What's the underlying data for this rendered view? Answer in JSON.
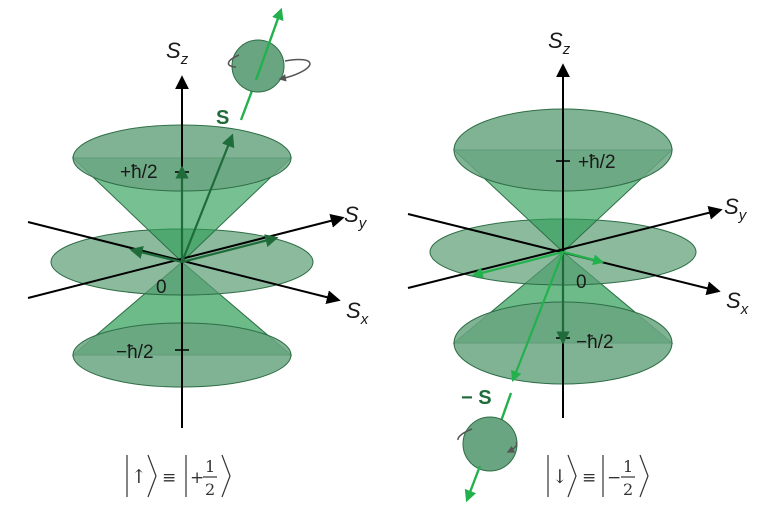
{
  "colors": {
    "cone_fill": "#2e9e57",
    "cone_stroke": "#2d6e45",
    "disk_fill": "#5a9c74",
    "axis": "#000000",
    "vector_dark": "#1f6b3a",
    "vector_bright": "#22b14c",
    "sphere": "#6aa581"
  },
  "left": {
    "axis_sz": "S",
    "axis_sz_sub": "z",
    "axis_sy": "S",
    "axis_sy_sub": "y",
    "axis_sx": "S",
    "axis_sx_sub": "x",
    "tick_plus": "+ħ/2",
    "tick_minus": "−ħ/2",
    "origin": "0",
    "vector_label": "S",
    "state_arrow": "↑",
    "state_sign": "+",
    "fraction_num": "1",
    "fraction_den": "2",
    "equiv": "≡"
  },
  "right": {
    "axis_sz": "S",
    "axis_sz_sub": "z",
    "axis_sy": "S",
    "axis_sy_sub": "y",
    "axis_sx": "S",
    "axis_sx_sub": "x",
    "tick_plus": "+ħ/2",
    "tick_minus": "−ħ/2",
    "origin": "0",
    "vector_label": "− S",
    "state_arrow": "↓",
    "state_sign": "−",
    "fraction_num": "1",
    "fraction_den": "2",
    "equiv": "≡"
  }
}
